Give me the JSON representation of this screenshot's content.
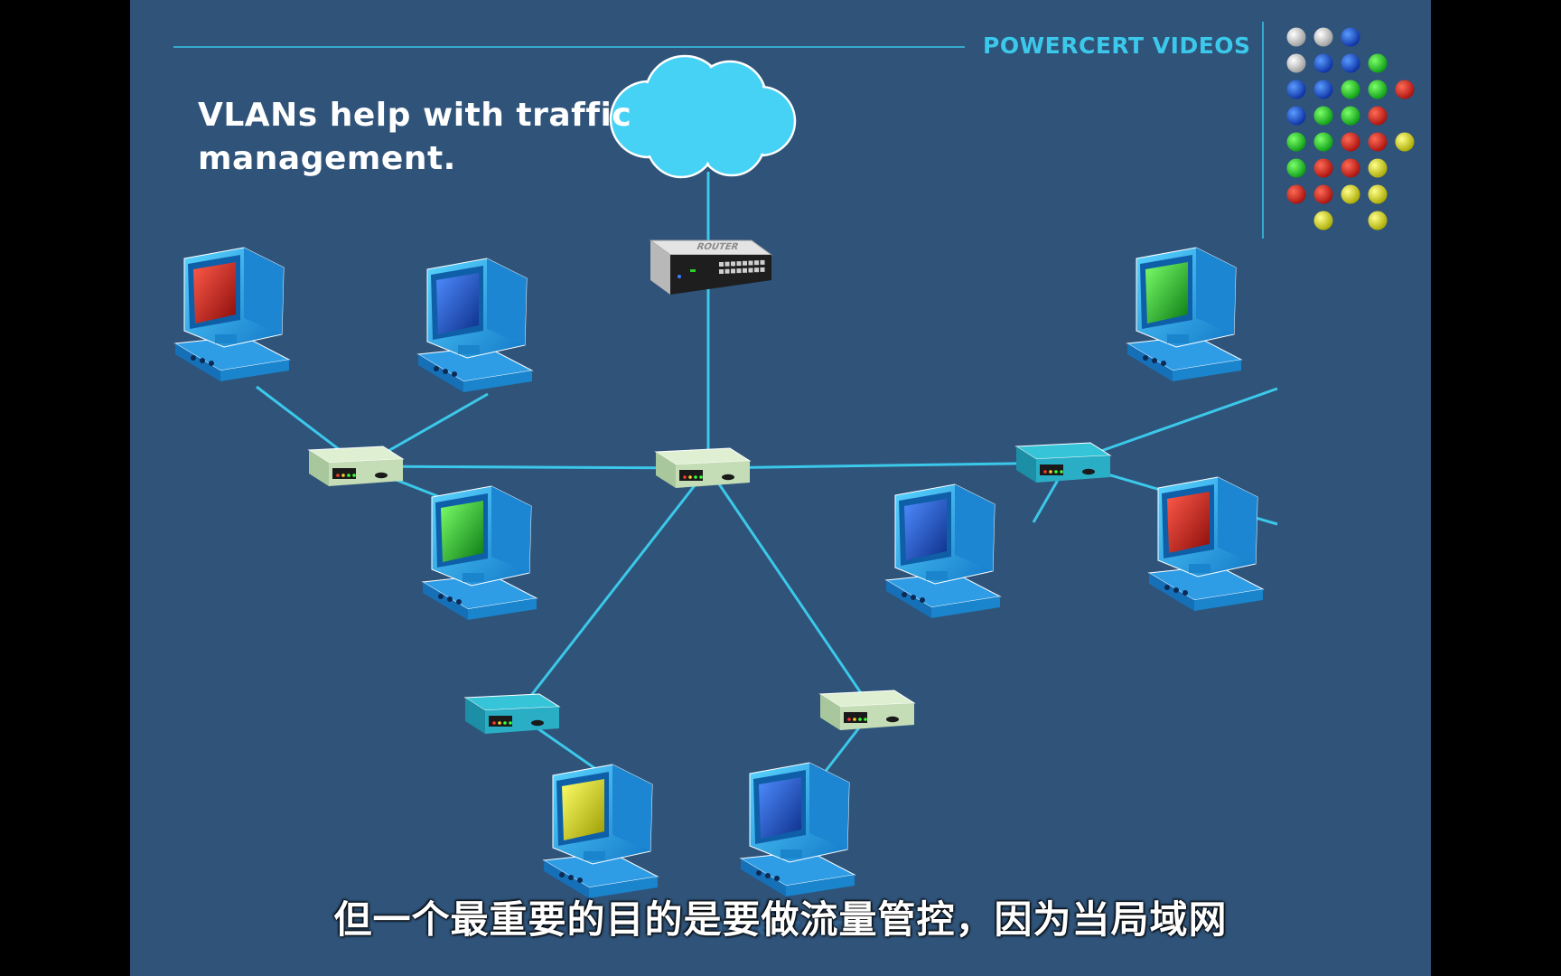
{
  "slide": {
    "heading_line1": "VLANs help with traffic",
    "heading_line2": "management.",
    "brand": "POWERCERT VIDEOS",
    "watermark": "Powercert",
    "subtitle": "但一个最重要的目的是要做流量管控，因为当局域网"
  },
  "router": {
    "label": "ROUTER"
  },
  "colors": {
    "background": "#2f5379",
    "link": "#3cc8ea",
    "cloud": "#46d2f5",
    "red": "#e0201c",
    "blue": "#1e5fe0",
    "green": "#20d020",
    "yellow": "#e8e800",
    "white": "#e6e6e6"
  },
  "logo_dots": [
    [
      "white",
      "white",
      "blue"
    ],
    [
      "white",
      "blue",
      "blue",
      "green"
    ],
    [
      "blue",
      "blue",
      "green",
      "green",
      "red"
    ],
    [
      "blue",
      "green",
      "green",
      "red"
    ],
    [
      "green",
      "green",
      "red",
      "red",
      "yellow"
    ],
    [
      "green",
      "red",
      "red",
      "yellow"
    ],
    [
      "red",
      "red",
      "yellow",
      "yellow"
    ],
    [
      "",
      "yellow",
      "",
      "yellow"
    ]
  ],
  "nodes": [
    {
      "id": "cloud",
      "kind": "cloud",
      "name": "internet-cloud"
    },
    {
      "id": "router",
      "kind": "router",
      "name": "router"
    },
    {
      "id": "core",
      "kind": "switch",
      "tint": "pale",
      "name": "core-switch"
    },
    {
      "id": "sw-left",
      "kind": "switch",
      "tint": "pale",
      "name": "left-switch"
    },
    {
      "id": "sw-right",
      "kind": "switch",
      "tint": "teal",
      "name": "right-switch"
    },
    {
      "id": "sw-bl",
      "kind": "switch",
      "tint": "teal",
      "name": "bottom-left-switch"
    },
    {
      "id": "sw-br",
      "kind": "switch",
      "tint": "pale",
      "name": "bottom-right-switch"
    },
    {
      "id": "pc-l1",
      "kind": "pc",
      "screen": "red",
      "name": "computer-red-left"
    },
    {
      "id": "pc-l2",
      "kind": "pc",
      "screen": "blue",
      "name": "computer-blue-left"
    },
    {
      "id": "pc-l3",
      "kind": "pc",
      "screen": "green",
      "name": "computer-green-left"
    },
    {
      "id": "pc-r1",
      "kind": "pc",
      "screen": "green",
      "name": "computer-green-right"
    },
    {
      "id": "pc-r2",
      "kind": "pc",
      "screen": "blue",
      "name": "computer-blue-right"
    },
    {
      "id": "pc-r3",
      "kind": "pc",
      "screen": "red",
      "name": "computer-red-right"
    },
    {
      "id": "pc-b1",
      "kind": "pc",
      "screen": "yellow",
      "name": "computer-yellow-bottom"
    },
    {
      "id": "pc-b2",
      "kind": "pc",
      "screen": "blue",
      "name": "computer-blue-bottom"
    }
  ],
  "links": [
    [
      "cloud",
      "router"
    ],
    [
      "router",
      "core"
    ],
    [
      "core",
      "sw-left"
    ],
    [
      "core",
      "sw-right"
    ],
    [
      "core",
      "sw-bl"
    ],
    [
      "core",
      "sw-br"
    ],
    [
      "sw-left",
      "pc-l1"
    ],
    [
      "sw-left",
      "pc-l2"
    ],
    [
      "sw-left",
      "pc-l3"
    ],
    [
      "sw-right",
      "pc-r1"
    ],
    [
      "sw-right",
      "pc-r2"
    ],
    [
      "sw-right",
      "pc-r3"
    ],
    [
      "sw-bl",
      "pc-b1"
    ],
    [
      "sw-br",
      "pc-b2"
    ]
  ]
}
